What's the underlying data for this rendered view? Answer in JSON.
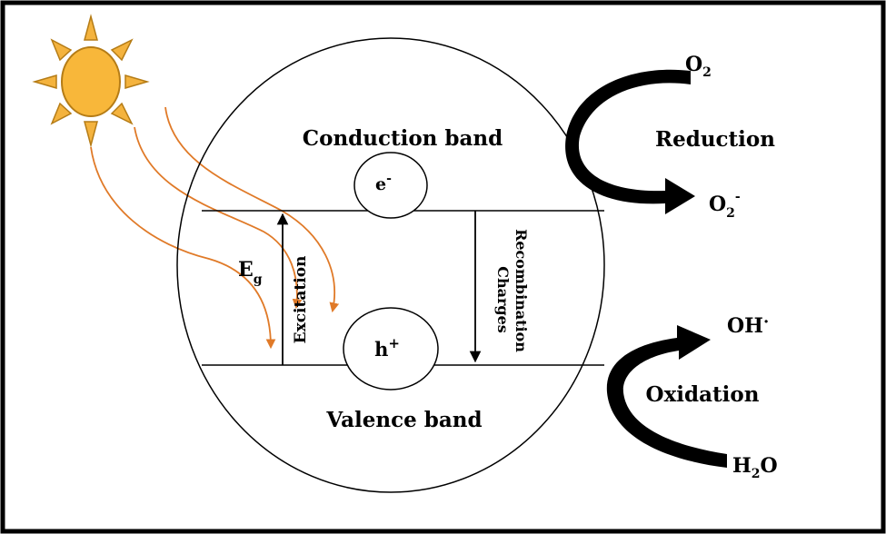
{
  "labels": {
    "conduction_band": "Conduction band",
    "valence_band": "Valence band",
    "electron": "e",
    "electron_charge": "-",
    "hole": "h",
    "hole_charge": "+",
    "bandgap_main": "E",
    "bandgap_sub": "g",
    "excitation": "Excitation",
    "recombination_line1": "Charges",
    "recombination_line2": "Recombination",
    "reduction": "Reduction",
    "oxidation": "Oxidation",
    "o2_main": "O",
    "o2_sub": "2",
    "superoxide_main": "O",
    "superoxide_sub": "2",
    "superoxide_sup": "-",
    "hydroxyl_main": "OH",
    "hydroxyl_dot": "·",
    "water_h": "H",
    "water_sub": "2",
    "water_o": "O"
  },
  "colors": {
    "frame": "#000000",
    "sun_fill": "#f8b73a",
    "sun_ray": "#f4b33e",
    "sun_stroke": "#b57c16",
    "light_ray": "#e07a28",
    "line": "#000000",
    "background": "#ffffff"
  }
}
